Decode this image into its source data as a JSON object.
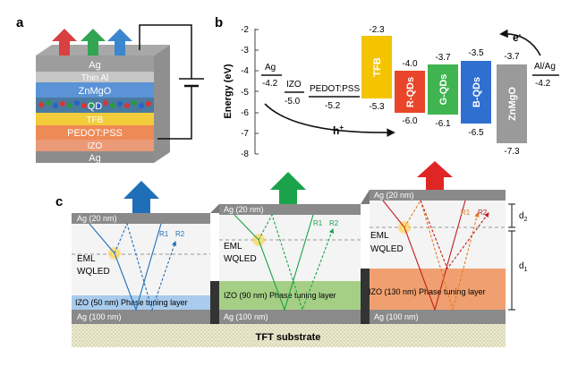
{
  "panels": {
    "a": "a",
    "b": "b",
    "c": "c"
  },
  "panel_a": {
    "layers": [
      "Ag",
      "Thin Al",
      "ZnMgO",
      "QD",
      "TFB",
      "PEDOT:PSS",
      "IZO",
      "Ag"
    ]
  },
  "panel_b": {
    "y_axis_label": "Energy (eV)",
    "y_ticks": [
      "-2",
      "-3",
      "-4",
      "-5",
      "-6",
      "-7",
      "-8"
    ],
    "materials": {
      "ag": "Ag",
      "izo": "IZO",
      "pedot": "PEDOT:PSS",
      "tfb": "TFB",
      "rqd": "R-QDs",
      "gqd": "G-QDs",
      "bqd": "B-QDs",
      "znmgo": "ZnMgO",
      "alag": "Al/Ag"
    },
    "levels": {
      "ag": "-4.2",
      "izo": "-5.0",
      "pedot": "-5.2",
      "tfb_top": "-2.3",
      "tfb_bottom": "-5.3",
      "rqd_top": "-4.0",
      "rqd_bottom": "-6.0",
      "gqd_top": "-3.7",
      "gqd_bottom": "-6.1",
      "bqd_top": "-3.5",
      "bqd_bottom": "-6.5",
      "znmgo_top": "-3.7",
      "znmgo_bottom": "-7.3",
      "alag": "-4.2"
    },
    "carriers": {
      "electron": "e",
      "electron_sup": "-",
      "hole": "h",
      "hole_sup": "+"
    }
  },
  "panel_c": {
    "top_ag": "Ag (20 nm)",
    "eml": "EML",
    "wqled": "WQLED",
    "phase_layer": "Phase tuning layer",
    "izo_blue": "IZO (50 nm)",
    "izo_green": "IZO (90 nm)",
    "izo_red": "IZO (130 nm)",
    "bottom_ag": "Ag (100 nm)",
    "substrate": "TFT substrate",
    "r1": "R1",
    "r2": "R2",
    "d1": "d",
    "d1_sub": "1",
    "d2": "d",
    "d2_sub": "2"
  },
  "colors": {
    "blue": "#1f6fb8",
    "green": "#1aa34a",
    "red": "#d62a2a",
    "tfb": "#f4c400",
    "rqd": "#e8452a",
    "gqd": "#3fb450",
    "bqd": "#2f6fd0",
    "znmgo": "#9a9a9a"
  }
}
